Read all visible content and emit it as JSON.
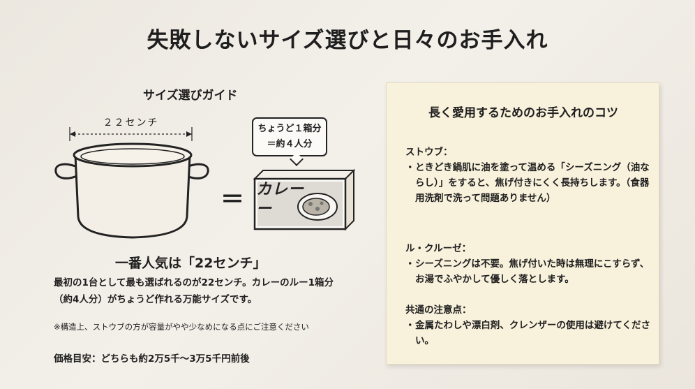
{
  "title": "失敗しないサイズ選びと日々のお手入れ",
  "guide": {
    "heading": "サイズ選びガイド",
    "pot_width": "２２センチ",
    "equals": "＝",
    "bubble_line1": "ちょうど１箱分",
    "bubble_line2": "＝約４人分",
    "box_label_line1": "カレー",
    "box_label_line2": "ー",
    "popular_heading": "一番人気は「22センチ」",
    "description": "最初の1台として最も選ばれるのが22センチ。カレーのルー1箱分（約4人分）がちょうど作れる万能サイズです。",
    "note": "※構造上、ストウブの方が容量がやや少なめになる点にご注意ください",
    "price": "価格目安：どちらも約2万5千〜3万5千円前後"
  },
  "care": {
    "heading": "長く愛用するためのお手入れのコツ",
    "sections": [
      {
        "title": "ストウブ：",
        "bullet": "・",
        "text": "ときどき鍋肌に油を塗って温める「シーズニング（油ならし）」をすると、焦げ付きにくく長持ちします。（食器用洗剤で洗って問題ありません）"
      },
      {
        "title": "ル・クルーゼ：",
        "bullet": "・",
        "text": "シーズニングは不要。焦げ付いた時は無理にこすらず、お湯でふやかして優しく落とします。"
      },
      {
        "title": "共通の注意点：",
        "bullet": "・",
        "text": "金属たわしや漂白剤、クレンザーの使用は避けてください。"
      }
    ]
  }
}
